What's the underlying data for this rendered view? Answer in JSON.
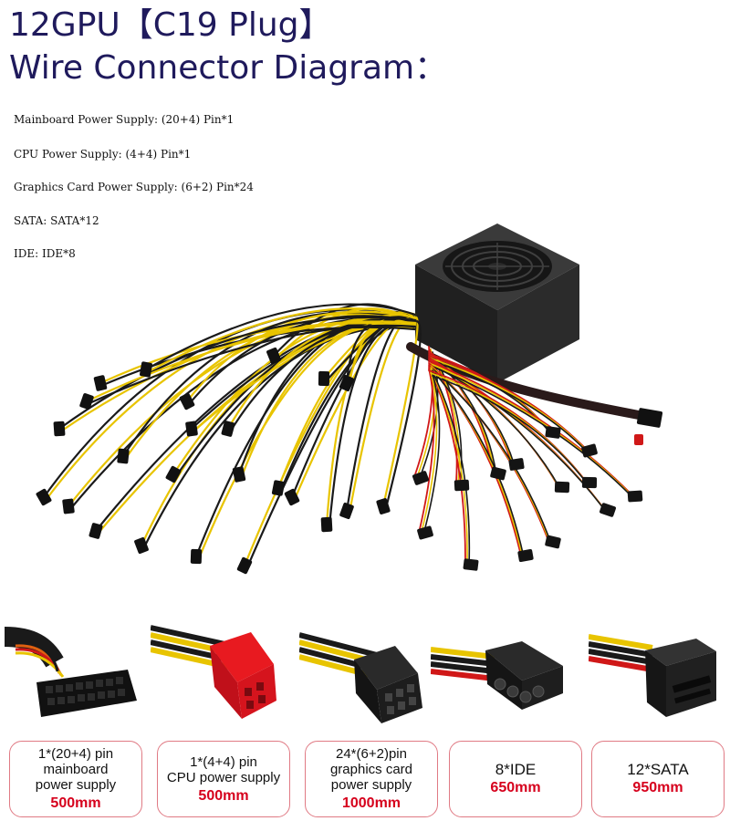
{
  "title": {
    "line1": "12GPU【C19 Plug】",
    "line2": "Wire Connector Diagram："
  },
  "specs": [
    "Mainboard Power Supply: (20+4) Pin*1",
    "CPU Power Supply:  (4+4) Pin*1",
    "Graphics Card Power Supply: (6+2) Pin*24",
    "SATA: SATA*12",
    "IDE:  IDE*8"
  ],
  "connectors": [
    {
      "label_lines": [
        "1*(20+4)  pin",
        "mainboard",
        "power supply"
      ],
      "length": "500mm"
    },
    {
      "label_lines": [
        "1*(4+4)  pin",
        "CPU power supply"
      ],
      "length": "500mm"
    },
    {
      "label_lines": [
        "24*(6+2)pin",
        "graphics card",
        "power supply"
      ],
      "length": "1000mm"
    },
    {
      "label_lines": [
        "8*IDE"
      ],
      "length": "650mm"
    },
    {
      "label_lines": [
        "12*SATA"
      ],
      "length": "950mm"
    }
  ],
  "colors": {
    "title": "#1f1a5c",
    "card_border": "#e07a84",
    "length_text": "#d6001c",
    "wire_yellow": "#e8c400",
    "wire_black": "#1a1a1a",
    "wire_red": "#d01818"
  }
}
